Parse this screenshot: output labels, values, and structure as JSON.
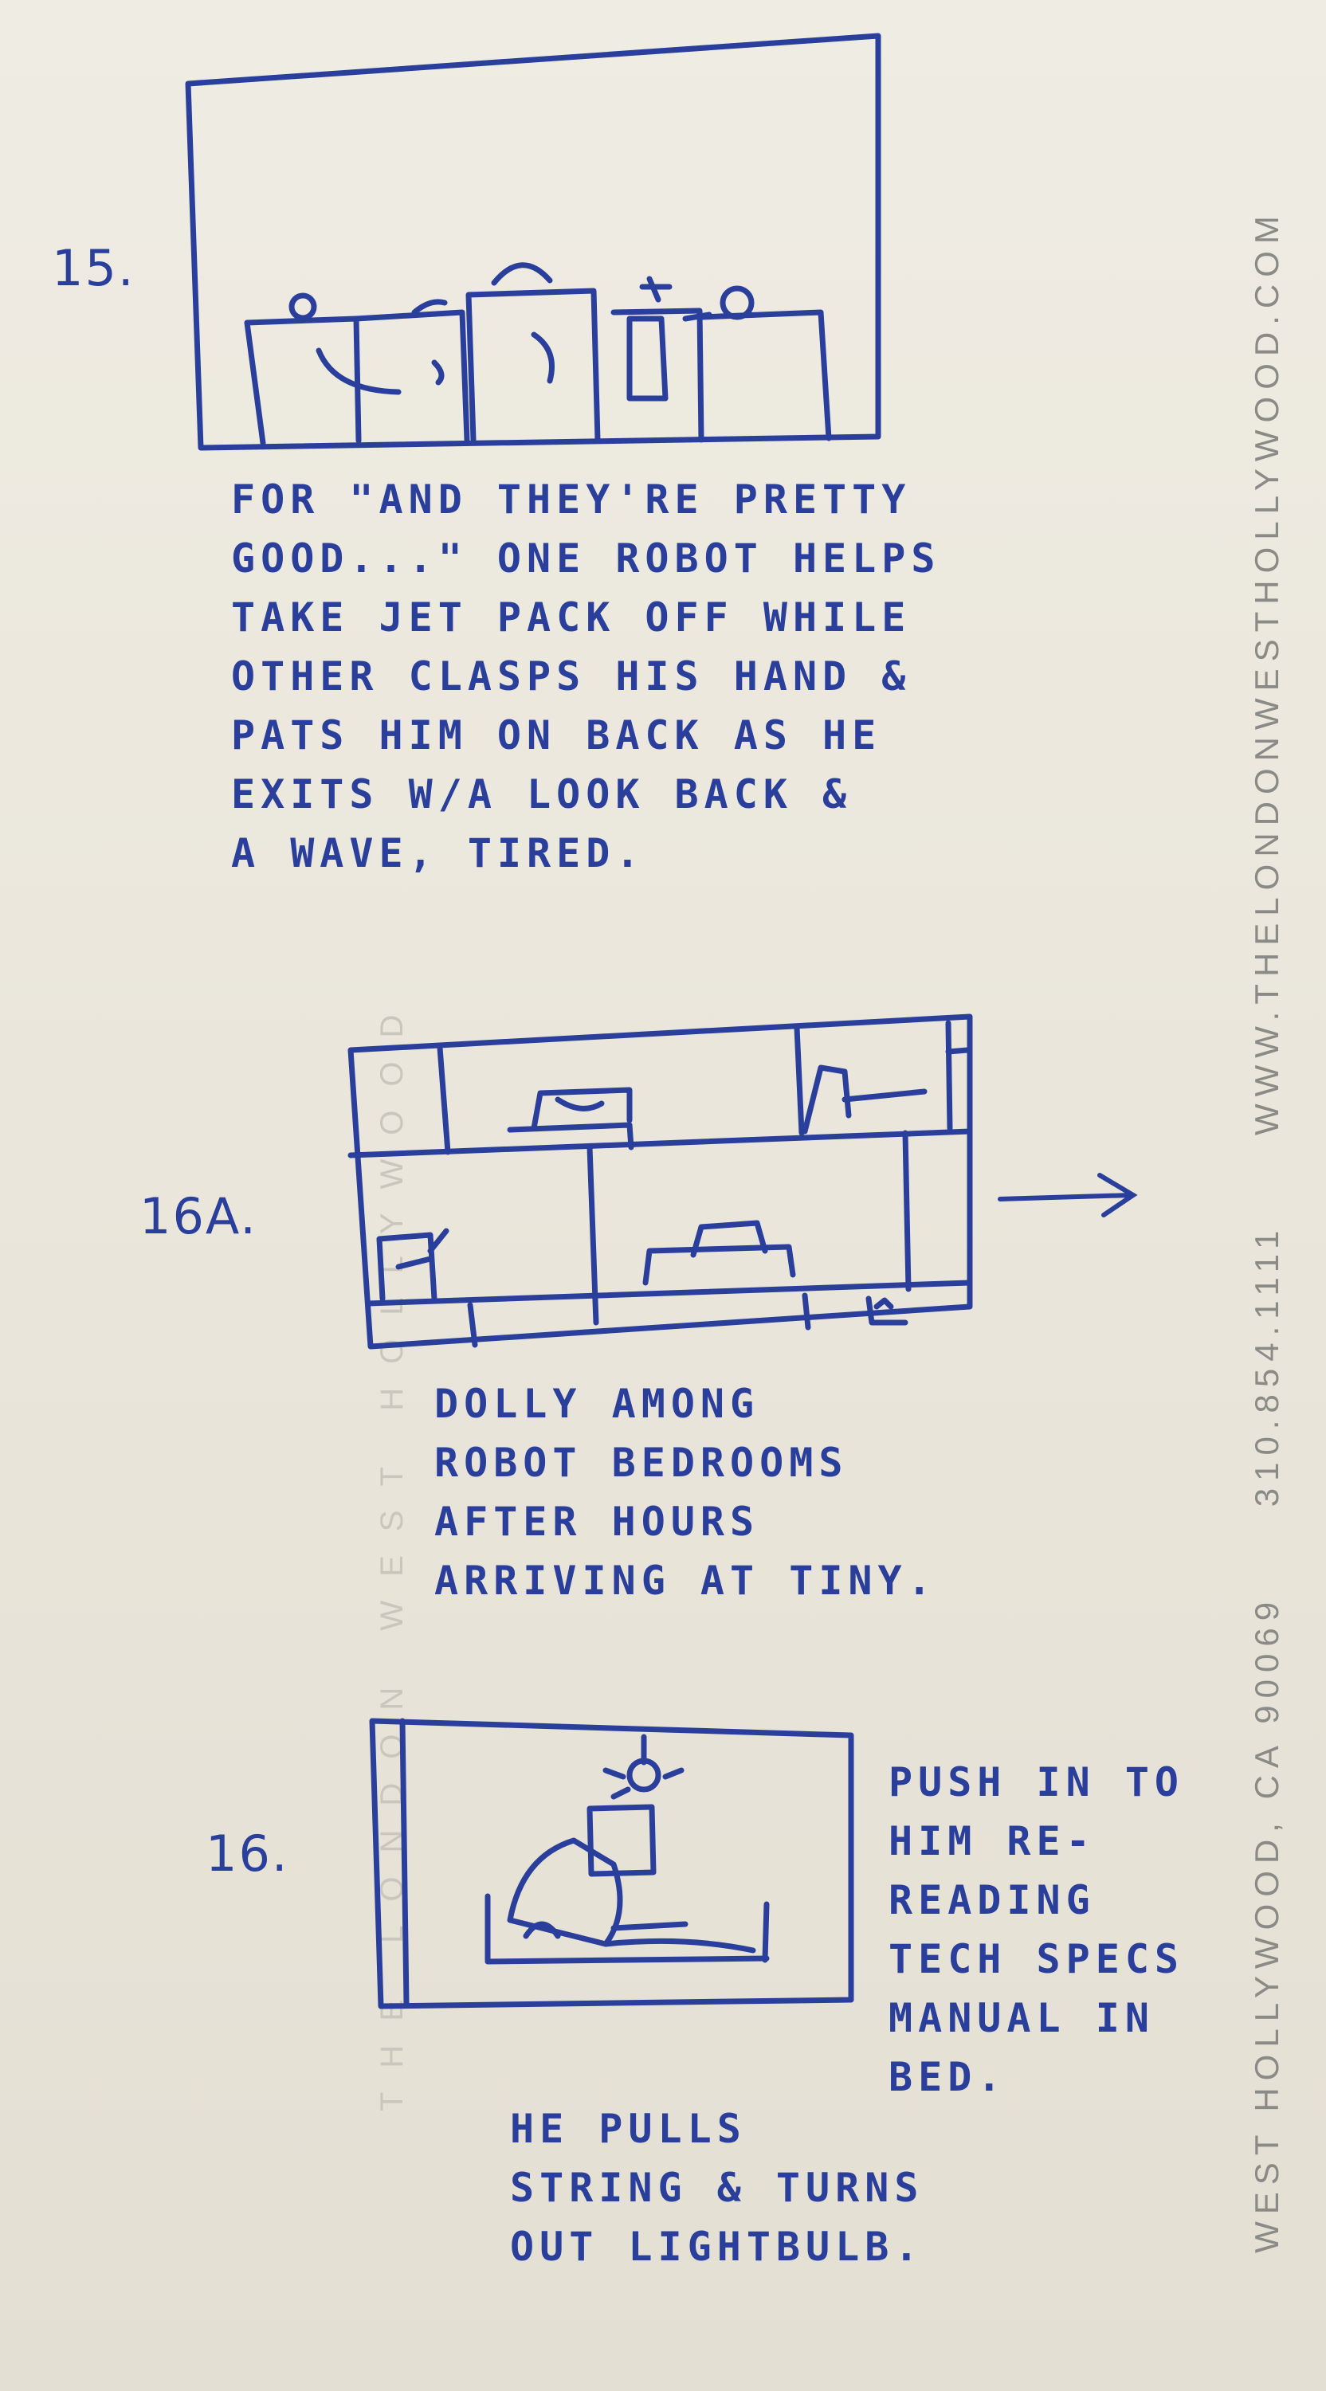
{
  "panels": [
    {
      "number": "15.",
      "caption": "FOR \"AND THEY'RE PRETTY\nGOOD...\" ONE ROBOT HELPS\nTAKE JET PACK OFF WHILE\nOTHER CLASPS HIS HAND &\nPATS HIM ON BACK AS HE\nEXITS W/A LOOK BACK &\nA WAVE, TIRED."
    },
    {
      "number": "16A.",
      "caption": "DOLLY AMONG\nROBOT BEDROOMS\nAFTER HOURS\nARRIVING AT TINY."
    },
    {
      "number": "16.",
      "caption": "PUSH IN TO\nHIM RE-\nREADING\nTECH SPECS\nMANUAL IN\nBED.",
      "caption2": "HE PULLS\nSTRING & TURNS\nOUT LIGHTBULB."
    }
  ],
  "margin_print": {
    "address": "WEST HOLLYWOOD, CA 90069",
    "phone": "310.854.1111",
    "website": "WWW.THELONDONWESTHOLLYWOOD.COM"
  },
  "watermark": {
    "text": "THE LONDON WEST HOLLYWOOD"
  },
  "colors": {
    "ink": "#2a3f9c",
    "paper": "#ebe7dc",
    "print": "#8a8a86"
  }
}
